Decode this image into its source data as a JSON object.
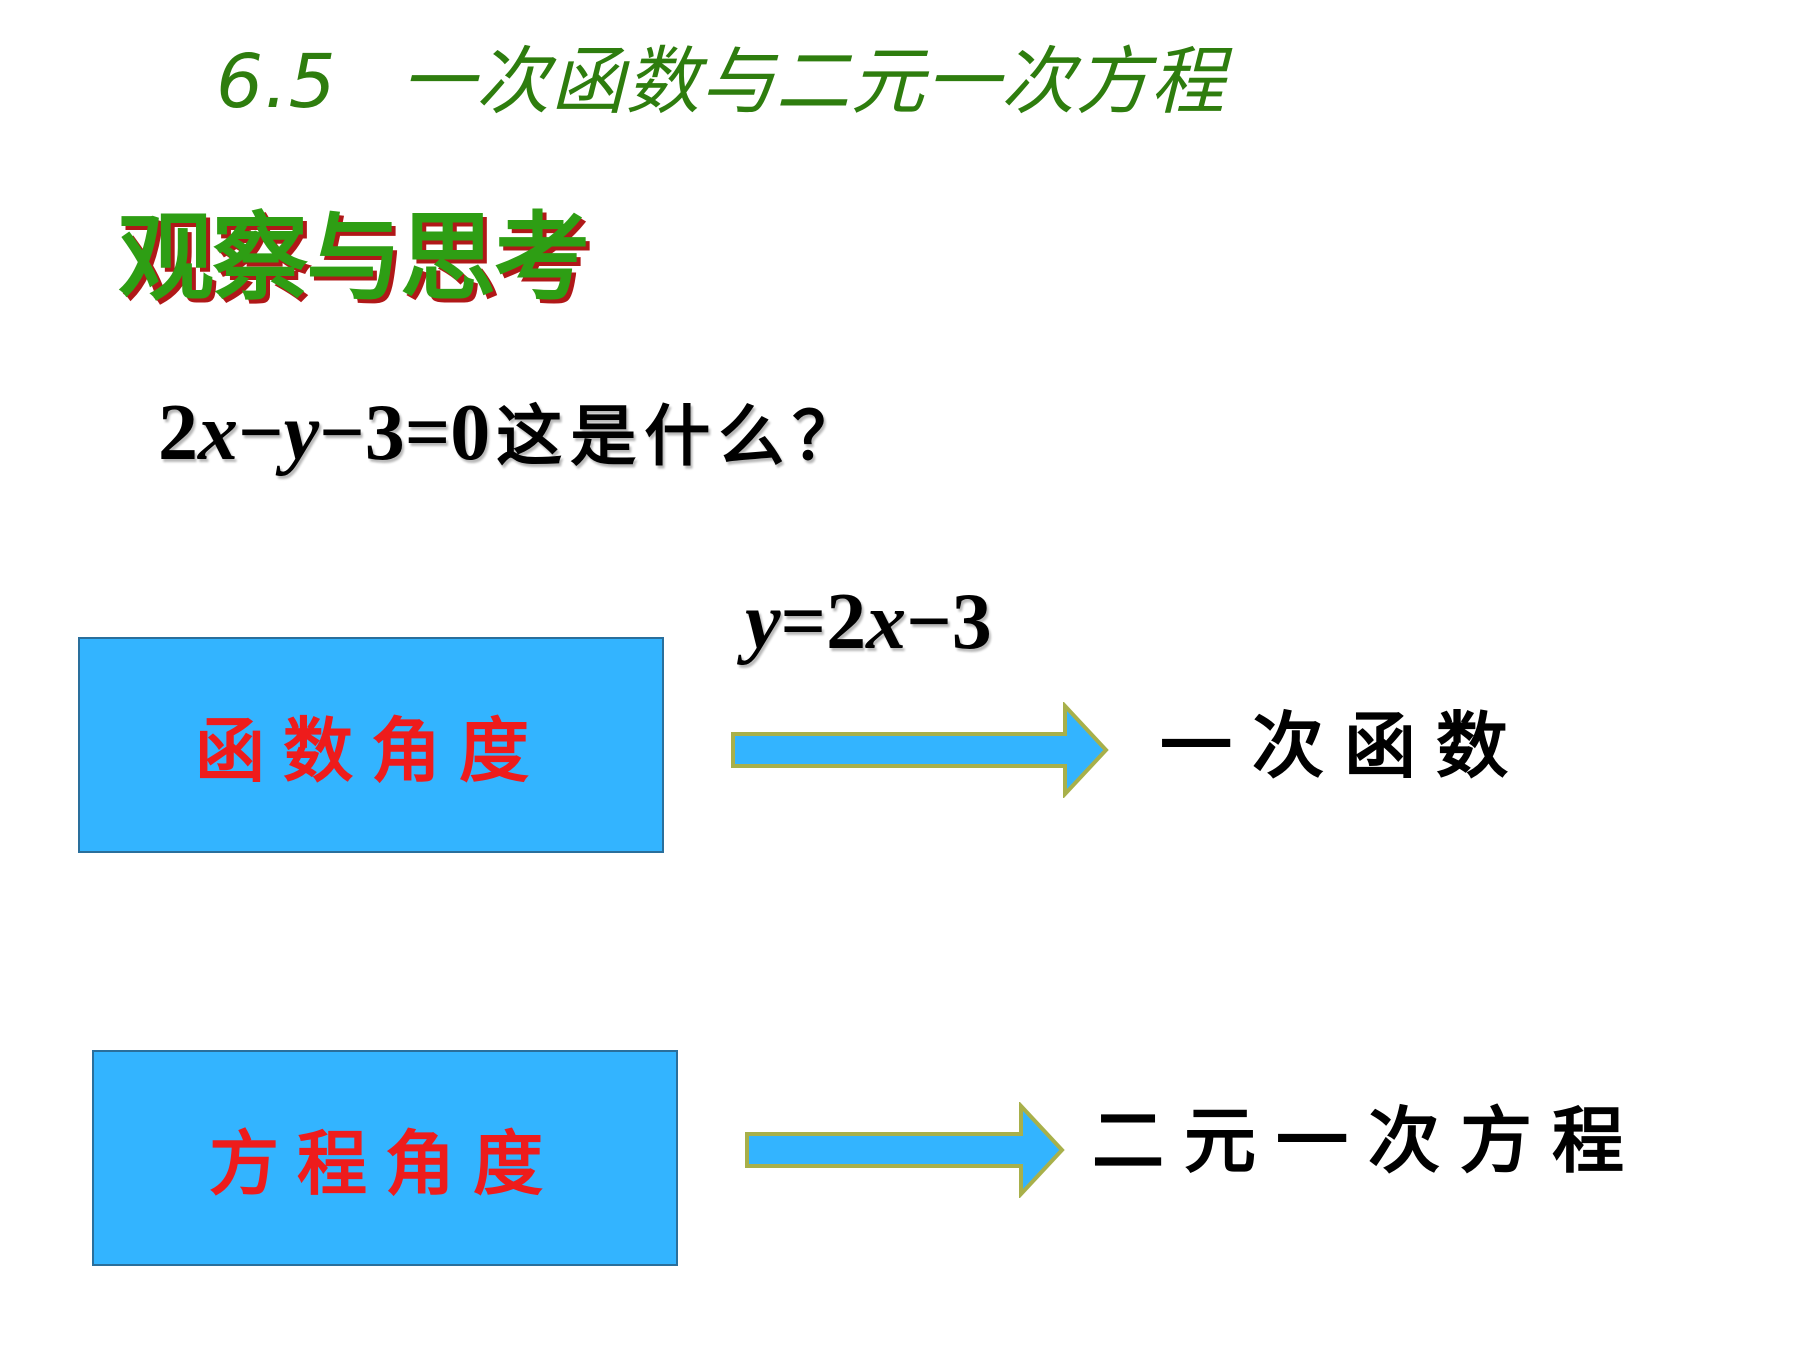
{
  "header": {
    "section_number": "6.5",
    "section_title": "一次函数与二元一次方程"
  },
  "heading": "观察与思考",
  "equation": {
    "coef": "2",
    "x": "x",
    "minus1": "−",
    "y": "y",
    "rest": "−3=0",
    "question": "这是什么？"
  },
  "function_form": {
    "y": "y",
    "eq": "=2",
    "x": "x",
    "rest": "−3"
  },
  "rows": [
    {
      "label": "函数角度",
      "result": "一次函数"
    },
    {
      "label": "方程角度",
      "result": "二元一次方程"
    }
  ],
  "colors": {
    "title_green": "#2e7d0e",
    "heading_green": "#2e9e14",
    "heading_shadow": "#b01818",
    "box_fill": "#33b4ff",
    "label_red": "#ee1c1c",
    "arrow_fill": "#33b4ff",
    "arrow_outline": "#a8b04a"
  },
  "icons": {
    "arrow": "right-block-arrow-icon"
  }
}
